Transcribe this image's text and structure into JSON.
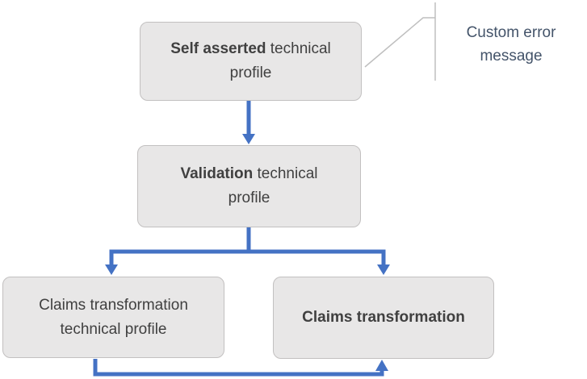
{
  "diagram": {
    "nodes": [
      {
        "id": "self-asserted-technical-profile",
        "bold": "Self asserted",
        "rest": " technical profile"
      },
      {
        "id": "validation-technical-profile",
        "bold": "Validation",
        "rest": " technical profile"
      },
      {
        "id": "claims-transformation-technical-profile",
        "bold": "",
        "rest": "Claims transformation technical profile"
      },
      {
        "id": "claims-transformation",
        "bold": "Claims transformation",
        "rest": ""
      }
    ],
    "callout": {
      "label": "Custom error message"
    },
    "edges": [
      {
        "from": "self-asserted-technical-profile",
        "to": "validation-technical-profile"
      },
      {
        "from": "validation-technical-profile",
        "to": "claims-transformation-technical-profile"
      },
      {
        "from": "validation-technical-profile",
        "to": "claims-transformation"
      },
      {
        "from": "claims-transformation-technical-profile",
        "to": "claims-transformation"
      }
    ],
    "colors": {
      "node_fill": "#e8e7e7",
      "node_border": "#c2c0c0",
      "node_text": "#404040",
      "arrow": "#4472c4",
      "callout_line": "#bfbfbf",
      "callout_text": "#44546a"
    }
  }
}
